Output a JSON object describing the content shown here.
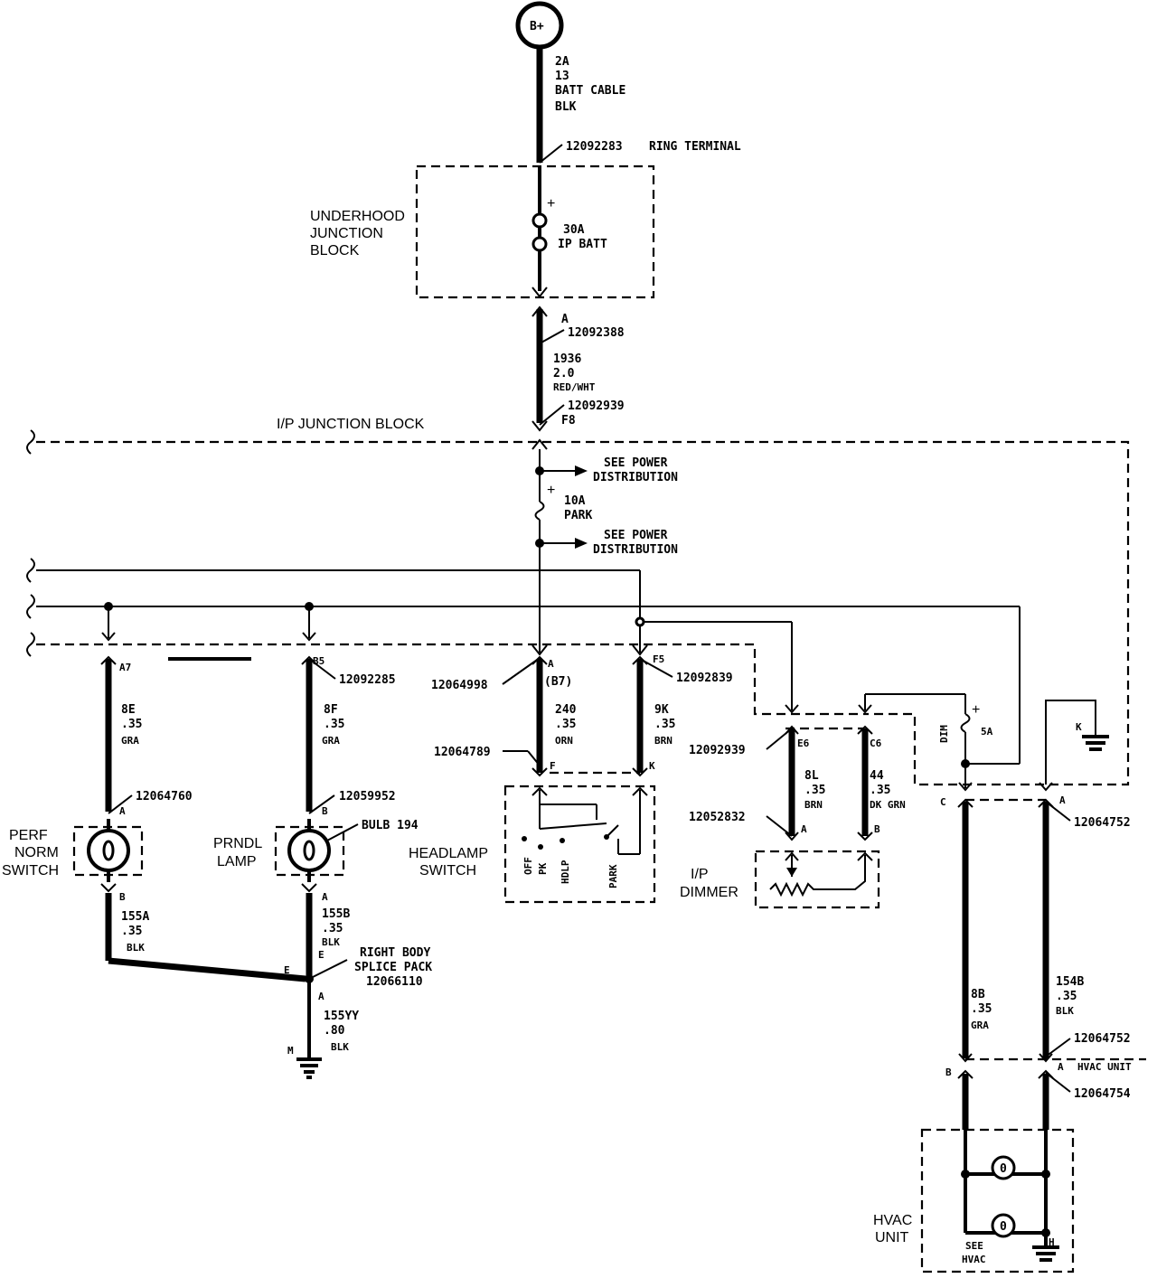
{
  "battery": {
    "label": "B+"
  },
  "batt_cable": {
    "circuit": "2A",
    "gauge": "13",
    "name": "BATT CABLE",
    "color": "BLK"
  },
  "ring_terminal": {
    "part": "12092283",
    "name": "RING TERMINAL"
  },
  "underhood_block": {
    "line1": "UNDERHOOD",
    "line2": "JUNCTION",
    "line3": "BLOCK",
    "fuse_rating": "30A",
    "fuse_name": "IP BATT",
    "plus": "+"
  },
  "conn_a1": {
    "pin": "A",
    "part": "12092388"
  },
  "wire_1936": {
    "circuit": "1936",
    "gauge": "2.0",
    "color": "RED/WHT"
  },
  "conn_f8": {
    "part": "12092939",
    "pin": "F8"
  },
  "ip_junction": {
    "label": "I/P JUNCTION BLOCK"
  },
  "power_dist": {
    "line1": "SEE POWER",
    "line2": "DISTRIBUTION"
  },
  "fuse_park": {
    "rating": "10A",
    "name": "PARK",
    "plus": "+"
  },
  "branch_a7": {
    "pin": "A7",
    "circuit": "8E",
    "gauge": ".35",
    "color": "GRA"
  },
  "branch_b5": {
    "pin": "B5",
    "part": "12092285",
    "circuit": "8F",
    "gauge": ".35",
    "color": "GRA"
  },
  "branch_a": {
    "part": "12064998",
    "pin": "A",
    "cavity": "(B7)",
    "circuit": "240",
    "gauge": ".35",
    "color": "ORN"
  },
  "branch_f5": {
    "pin": "F5",
    "part": "12092839",
    "circuit": "9K",
    "gauge": ".35",
    "color": "BRN"
  },
  "conn_12064789": {
    "part": "12064789"
  },
  "headlamp_switch": {
    "line1": "HEADLAMP",
    "line2": "SWITCH",
    "pin_f": "F",
    "pin_k": "K",
    "pos_off": "OFF",
    "pos_pk": "PK",
    "pos_hdlp": "HDLP",
    "pos_park": "PARK"
  },
  "perf_switch": {
    "line1": "PERF",
    "line2": "NORM",
    "line3": "SWITCH",
    "part": "12064760",
    "pin_a": "A",
    "pin_b": "B"
  },
  "prndl_lamp": {
    "line1": "PRNDL",
    "line2": "LAMP",
    "part": "12059952",
    "bulb": "BULB 194",
    "pin_b": "B",
    "pin_a": "A"
  },
  "wire_155a": {
    "circuit": "155A",
    "gauge": ".35",
    "color": "BLK"
  },
  "wire_155b": {
    "circuit": "155B",
    "gauge": ".35",
    "color": "BLK"
  },
  "splice": {
    "line1": "RIGHT BODY",
    "line2": "SPLICE PACK",
    "part": "12066110",
    "pin_e": "E",
    "pin_e2": "E",
    "pin_a": "A"
  },
  "wire_155yy": {
    "circuit": "155YY",
    "gauge": ".80",
    "color": "BLK",
    "ground": "M"
  },
  "dimmer_block": {
    "pin_e6": "E6",
    "pin_c6": "C6",
    "part_e6": "12092939",
    "part_dim": "12052832",
    "pin_a": "A",
    "pin_b": "B",
    "line1": "I/P",
    "line2": "DIMMER"
  },
  "wire_8l": {
    "circuit": "8L",
    "gauge": ".35",
    "color": "BRN"
  },
  "wire_44": {
    "circuit": "44",
    "gauge": ".35",
    "color": "DK GRN"
  },
  "hvac_block": {
    "dim_label": "DIM",
    "fuse_rating": "5A",
    "plus": "+",
    "pin_k": "K",
    "pin_c": "C",
    "pin_a": "A",
    "part_a": "12064752"
  },
  "wire_8b": {
    "circuit": "8B",
    "gauge": ".35",
    "color": "GRA"
  },
  "wire_154b": {
    "circuit": "154B",
    "gauge": ".35",
    "color": "BLK"
  },
  "hvac_conn": {
    "part_top": "12064752",
    "pin_b": "B",
    "pin_a": "A",
    "name": "HVAC UNIT",
    "part_bottom": "12064754"
  },
  "hvac_unit": {
    "line1": "HVAC",
    "line2": "UNIT",
    "see1": "SEE",
    "see2": "HVAC",
    "pin_h": "H",
    "bulb_label": "0"
  }
}
